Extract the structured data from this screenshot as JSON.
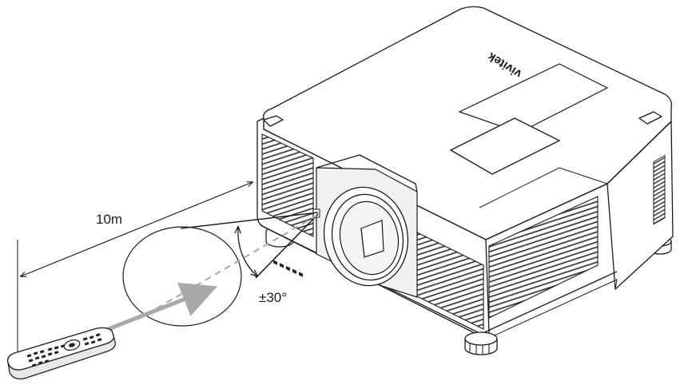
{
  "diagram": {
    "distance_label": "10m",
    "angle_label": "±30°",
    "brand_text": "vivitek"
  },
  "colors": {
    "line": "#1a1a1a",
    "beam": "#a9a9a9",
    "background": "#ffffff"
  }
}
